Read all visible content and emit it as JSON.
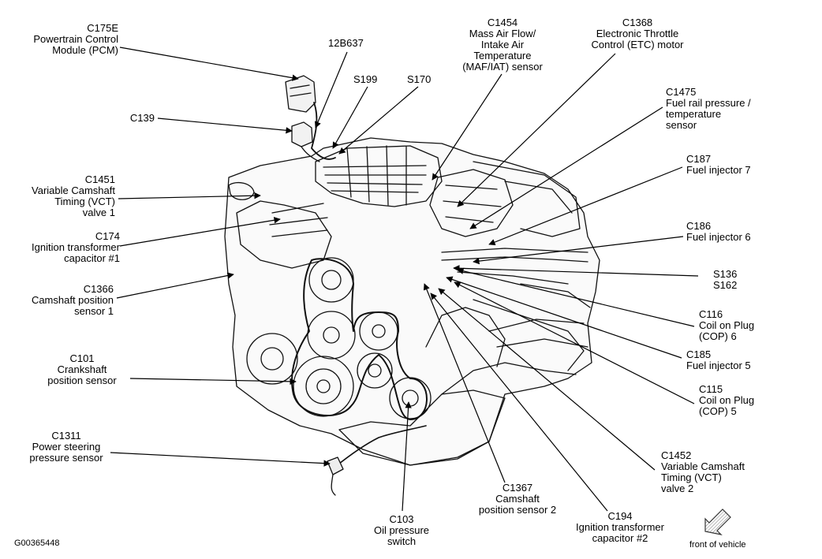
{
  "figure_id": "G00365448",
  "front_of_vehicle": "front of vehicle",
  "labels": {
    "c175e": [
      "C175E",
      "Powertrain Control",
      "Module (PCM)"
    ],
    "t12b637": [
      "12B637"
    ],
    "s199": [
      "S199"
    ],
    "s170": [
      "S170"
    ],
    "c1454": [
      "C1454",
      "Mass Air Flow/",
      "Intake Air",
      "Temperature",
      "(MAF/IAT) sensor"
    ],
    "c1368": [
      "C1368",
      "Electronic Throttle",
      "Control (ETC) motor"
    ],
    "c1475": [
      "C1475",
      "Fuel rail pressure /",
      "temperature",
      "sensor"
    ],
    "c139": [
      "C139"
    ],
    "c1451": [
      "C1451",
      "Variable Camshaft",
      "Timing (VCT)",
      "valve 1"
    ],
    "c187": [
      "C187",
      "Fuel injector 7"
    ],
    "c174": [
      "C174",
      "Ignition transformer",
      "capacitor #1"
    ],
    "c186": [
      "C186",
      "Fuel injector 6"
    ],
    "s136": [
      "S136",
      "S162"
    ],
    "c1366": [
      "C1366",
      "Camshaft position",
      "sensor 1"
    ],
    "c116": [
      "C116",
      "Coil on Plug",
      "(COP) 6"
    ],
    "c185": [
      "C185",
      "Fuel injector 5"
    ],
    "c101": [
      "C101",
      "Crankshaft",
      "position sensor"
    ],
    "c115": [
      "C115",
      "Coil on Plug",
      "(COP) 5"
    ],
    "c1311": [
      "C1311",
      "Power steering",
      "pressure sensor"
    ],
    "c1452": [
      "C1452",
      "Variable Camshaft",
      "Timing (VCT)",
      "valve 2"
    ],
    "c1367": [
      "C1367",
      "Camshaft",
      "position sensor 2"
    ],
    "c103": [
      "C103",
      "Oil pressure",
      "switch"
    ],
    "c194": [
      "C194",
      "Ignition transformer",
      "capacitor #2"
    ]
  }
}
